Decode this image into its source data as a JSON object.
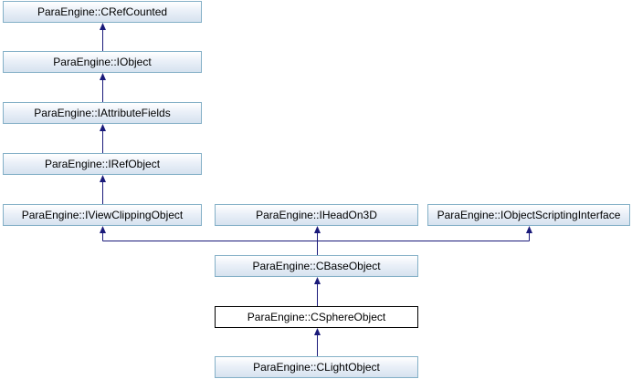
{
  "diagram": {
    "type": "inheritance",
    "edge_color": "#1a1a7a",
    "nodes": [
      {
        "id": "crefcounted",
        "label": "ParaEngine::CRefCounted"
      },
      {
        "id": "iobject",
        "label": "ParaEngine::IObject"
      },
      {
        "id": "iattributefields",
        "label": "ParaEngine::IAttributeFields"
      },
      {
        "id": "irefobject",
        "label": "ParaEngine::IRefObject"
      },
      {
        "id": "iviewclippingobject",
        "label": "ParaEngine::IViewClippingObject"
      },
      {
        "id": "iheadon3d",
        "label": "ParaEngine::IHeadOn3D"
      },
      {
        "id": "iobjectscriptinginterface",
        "label": "ParaEngine::IObjectScriptingInterface"
      },
      {
        "id": "cbaseobject",
        "label": "ParaEngine::CBaseObject"
      },
      {
        "id": "csphereobject",
        "label": "ParaEngine::CSphereObject",
        "current": true
      },
      {
        "id": "clightobject",
        "label": "ParaEngine::CLightObject"
      }
    ],
    "edges": [
      {
        "from": "iobject",
        "to": "crefcounted"
      },
      {
        "from": "iattributefields",
        "to": "iobject"
      },
      {
        "from": "irefobject",
        "to": "iattributefields"
      },
      {
        "from": "iviewclippingobject",
        "to": "irefobject"
      },
      {
        "from": "cbaseobject",
        "to": "iviewclippingobject"
      },
      {
        "from": "cbaseobject",
        "to": "iheadon3d"
      },
      {
        "from": "cbaseobject",
        "to": "iobjectscriptinginterface"
      },
      {
        "from": "csphereobject",
        "to": "cbaseobject"
      },
      {
        "from": "clightobject",
        "to": "csphereobject"
      }
    ]
  }
}
